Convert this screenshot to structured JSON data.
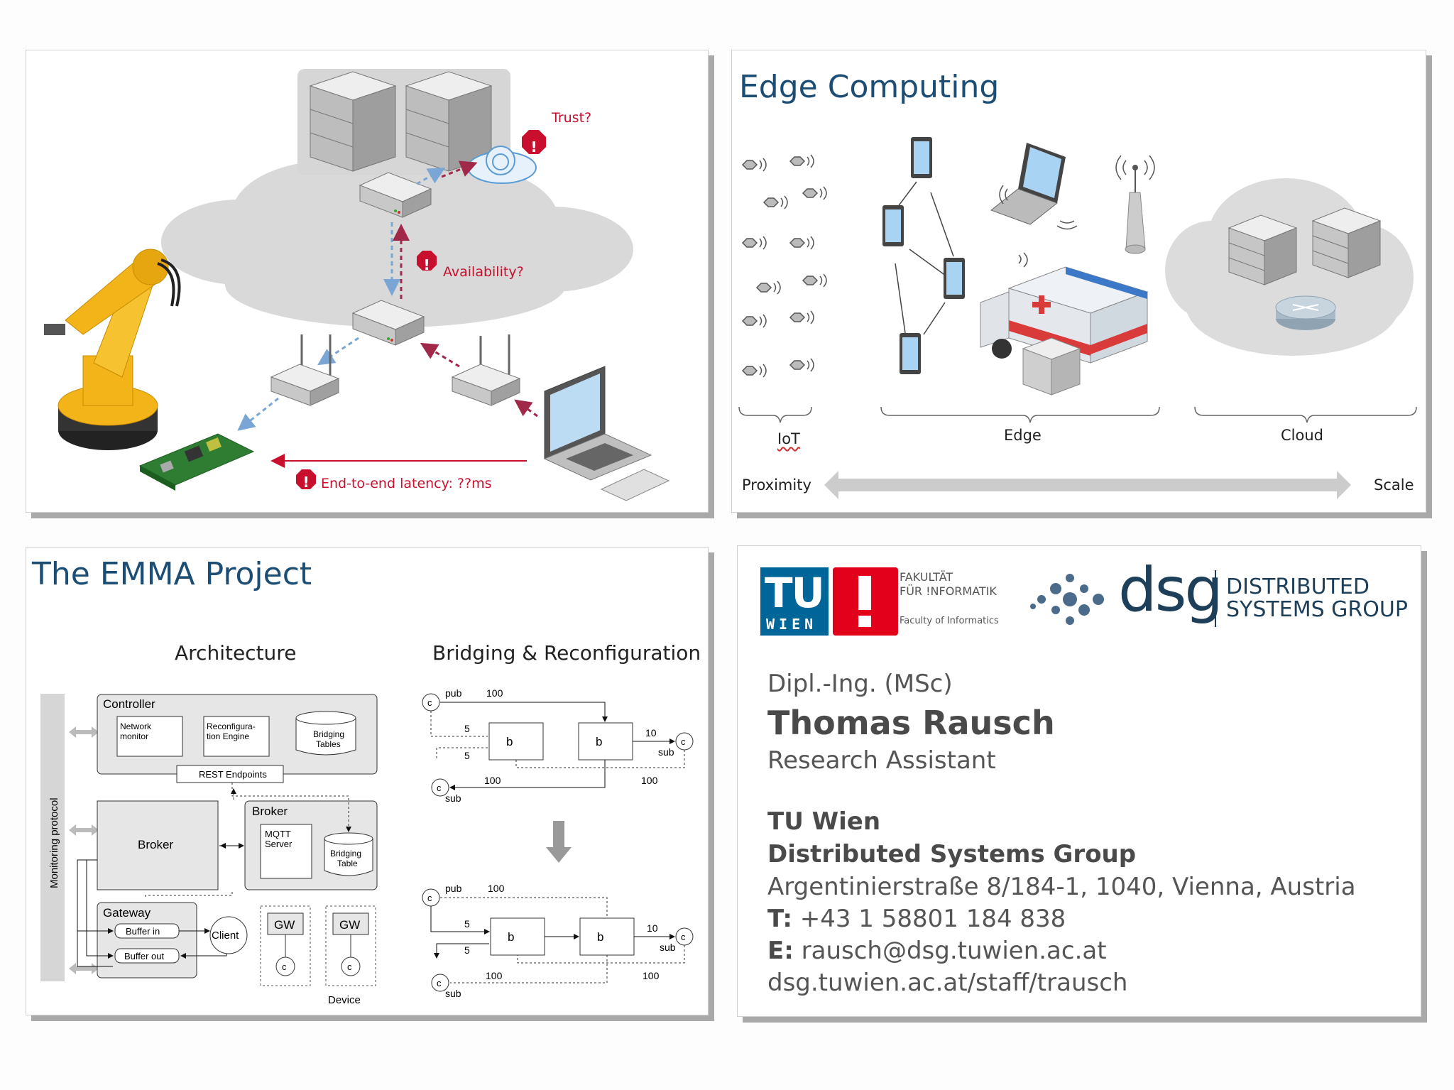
{
  "panel_network": {
    "trust": "Trust?",
    "availability": "Availability?",
    "latency": "End-to-end latency: ??ms"
  },
  "panel_edge": {
    "title": "Edge Computing",
    "labels": {
      "iot": "IoT",
      "edge": "Edge",
      "cloud": "Cloud"
    },
    "proximity": "Proximity",
    "scale": "Scale"
  },
  "panel_emma": {
    "title": "The EMMA Project",
    "architecture": {
      "heading": "Architecture",
      "monitoring": "Monitoring protocol",
      "controller": "Controller",
      "network_monitor": [
        "Network",
        "monitor"
      ],
      "reconfig_engine": [
        "Reconfigura-",
        "tion Engine"
      ],
      "bridging_tables": [
        "Bridging",
        "Tables"
      ],
      "rest": "REST Endpoints",
      "broker_left": "Broker",
      "broker_right": "Broker",
      "mqtt": [
        "MQTT",
        "Server"
      ],
      "bridging_table": [
        "Bridging",
        "Table"
      ],
      "gateway": "Gateway",
      "buffer_in": "Buffer in",
      "buffer_out": "Buffer out",
      "client": "Client",
      "gw": "GW",
      "c": "c",
      "device": "Device"
    },
    "bridging": {
      "heading": "Bridging & Reconfiguration",
      "pub": "pub",
      "sub": "sub",
      "b1": "b",
      "b2": "b",
      "c_nodes": [
        "c",
        "c",
        "c"
      ],
      "weights": [
        "100",
        "5",
        "5",
        "100",
        "100",
        "10"
      ]
    }
  },
  "panel_contact": {
    "tu_logo": [
      "TU",
      "WIEN"
    ],
    "faculty_lines": [
      "FAKULTÄT",
      "FÜR !NFORMATIK",
      "Faculty of Informatics"
    ],
    "dsg_logo": "dsg",
    "dsg_name": [
      "DISTRIBUTED",
      "SYSTEMS GROUP"
    ],
    "degree": "Dipl.-Ing. (MSc)",
    "name": "Thomas Rausch",
    "role": "Research Assistant",
    "org1": "TU Wien",
    "org2": "Distributed Systems Group",
    "address": "Argentinierstraße 8/184-1, 1040, Vienna, Austria",
    "phone_label": "T:",
    "phone": " +43 1 58801 184 838",
    "email_label": "E:",
    "email": " rausch@dsg.tuwien.ac.at",
    "web": "dsg.tuwien.ac.at/staff/trausch"
  },
  "colors": {
    "title_blue": "#1c4d74",
    "alert_red": "#c8102e",
    "tu_blue": "#006699",
    "dsg_navy": "#1e3f5a",
    "robot_yellow": "#f2b418"
  }
}
